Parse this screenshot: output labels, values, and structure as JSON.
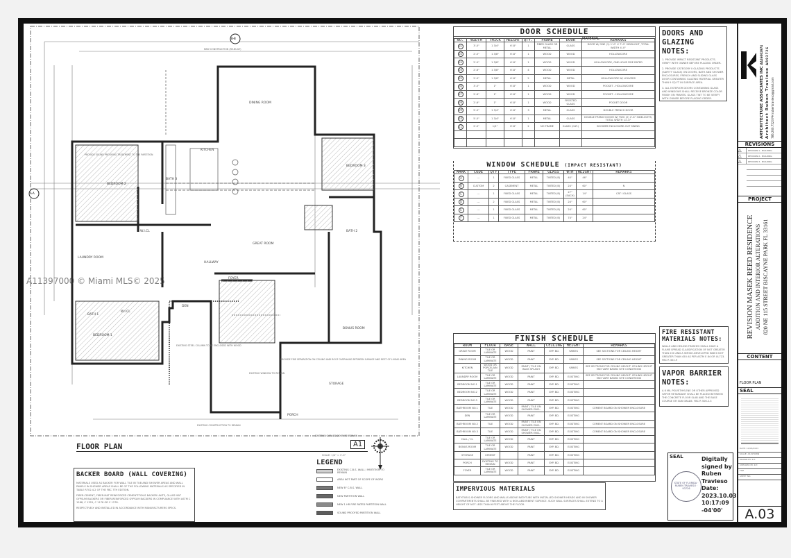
{
  "watermark": "A11397000 © Miami MLS© 2025",
  "floor_plan": {
    "title": "FLOOR PLAN",
    "sheet_ref": "A1",
    "scale_label": "SCALE: 1/4\" = 1'-0\"",
    "rooms": [
      "DINING ROOM",
      "KITCHEN",
      "BEDROOM 2",
      "BEDROOM 3",
      "GREAT ROOM",
      "BATH 2",
      "BATH 3",
      "LAUNDRY ROOM",
      "W.I.CL",
      "HALLWAY",
      "FOYER",
      "DEN",
      "BATH 1",
      "W.I.CL",
      "BEDROOM 1",
      "BONUS ROOM",
      "STORAGE",
      "PORCH"
    ],
    "notes": [
      "PROVIDE SOUND PROOFING TREATMENT TO THE PARTITION",
      "PROVIDE FIRE SEPARATION ON CEILING AND ROOF OVERHANG BETWEEN GARAGE AND REST OF LIVING AREA",
      "EXISTING GARAGE DOOR TO REMAIN",
      "EXISTING WINDOW TO REMAIN",
      "EXISTING STEEL COLUMN TO BE ENCLOSED WITH WOOD",
      "EXISTING CONSTRUCTION TO REMAIN",
      "NEW CONSTRUCTION (RE-BUILT)"
    ],
    "section_marks": [
      "A-A",
      "B-B"
    ]
  },
  "backer_board": {
    "title": "BACKER BOARD (WALL COVERING)",
    "paragraphs": [
      "MATERIALS USED AS BACKER FOR WALL TILE IN TUB AND SHOWER AREAS AND WALL PANELS IN SHOWER AREAS SHALL BE OF THE FOLLOWING MATERIALS AS SPECIFIED IN TABLE R702.4.2 OF THE FBC 7TH EDITION.",
      "FIBER-CEMENT, FIBER-MAT REINFORCED CEMENTITIOUS BACKER UNITS, GLASS MAT GYPSUM BACKERS OR FIBER-REINFORCED GYPSUM BACKERS IN COMPLIANCE WITH ASTM C 1288, C 1325, C 1178 OR C 1278.",
      "RESPECTIVELY AND INSTALLED IN ACCORDANCE WITH MANUFACTURERS SPECS."
    ]
  },
  "legend": {
    "title": "LEGEND",
    "items": [
      {
        "label": "EXISTING C.B.S. WALL / PARTITION TO REMAIN",
        "fill": "#cfcfcf"
      },
      {
        "label": "AREA NOT PART OF SCOPE OF WORK",
        "fill": "#ffffff"
      },
      {
        "label": "NEW 8\" C.B.S. WALL",
        "fill": "#777777"
      },
      {
        "label": "NEW PARTITION WALL",
        "fill": "#666666"
      },
      {
        "label": "NEW 1 HR FIRE RATED PARTITION WALL",
        "fill": "#8a8a8a"
      },
      {
        "label": "SOUND PROOFED PARTITION WALL",
        "fill": "#5c5c5c"
      }
    ]
  },
  "door_schedule": {
    "title": "DOOR SCHEDULE",
    "material_label": "MATERIAL",
    "headers": [
      "NO.",
      "WIDTH",
      "THICK",
      "HEIGHT",
      "QTY.",
      "FRAME",
      "DOOR",
      "REMARKS"
    ],
    "rows": [
      [
        "01",
        "3'-0\"",
        "1 3/4\"",
        "6'-8\"",
        "1",
        "FIBER GLASS OR METAL",
        "GLASS",
        "DOOR W/ ONE (1) 1'-0\" X 7'-0\" SIDELIGHT, TOTAL WIDTH 4'-0\""
      ],
      [
        "02",
        "2'-0\"",
        "1 3/8\"",
        "6'-8\"",
        "1",
        "WOOD",
        "WOOD",
        "HOLLOWCORE"
      ],
      [
        "03",
        "2'-0\"",
        "1 3/8\"",
        "6'-8\"",
        "1",
        "WOOD",
        "WOOD",
        "HOLLOWCORE, ONE-HOUR FIRE RATED"
      ],
      [
        "04",
        "2'-6\"",
        "1 3/8\"",
        "6'-8\"",
        "4",
        "WOOD",
        "WOOD",
        "HOLLOWCORE"
      ],
      [
        "05",
        "2'-0\"",
        "1 3/8\"",
        "6'-8\"",
        "2",
        "METAL",
        "METAL",
        "HOLLOWCORE W/ LOUVERS"
      ],
      [
        "06",
        "3'-0\"",
        "1\"",
        "6'-8\"",
        "1",
        "WOOD",
        "WOOD",
        "POCKET - HOLLOWCORE"
      ],
      [
        "07",
        "2'-6\"",
        "1\"",
        "6'-8\"",
        "1",
        "WOOD",
        "WOOD",
        "POCKET - HOLLOWCORE"
      ],
      [
        "08",
        "2'-6\"",
        "1\"",
        "6'-8\"",
        "1",
        "WOOD",
        "FROSTED GLASS",
        "POCKET DOOR"
      ],
      [
        "09",
        "5'-0\"",
        "1 3/4\"",
        "6'-8\"",
        "3",
        "METAL",
        "GLASS",
        "DOUBLE FRENCH DOOR"
      ],
      [
        "10",
        "5'-0\"",
        "1 3/4\"",
        "6'-8\"",
        "1",
        "METAL",
        "GLASS",
        "DOUBLE FRENCH DOOR W/ TWO (2) 2'-6\" SIDELIGHTS, TOTAL WIDTH 11'-0\""
      ],
      [
        "11",
        "2'-0\"",
        "1/2\"",
        "6'-8\"",
        "2",
        "NO FRAME",
        "GLASS (CAT.)",
        "SHOWER ENCLOSURE-OUT SWING"
      ],
      [
        "",
        "",
        "",
        "",
        "",
        "",
        "",
        ""
      ],
      [
        "",
        "",
        "",
        "",
        "",
        "",
        "",
        ""
      ]
    ]
  },
  "doors_glazing_notes": {
    "title": "DOORS AND GLAZING NOTES:",
    "items": [
      "1. PROVIDE IMPACT RESISTANT PRODUCTS. VERIFY WITH OWNER BEFORE PLACING ORDER.",
      "2. PROVIDE CATEGORY II GLAZING PRODUCTS (SAFETY GLASS) ON DOORS, BATH AND SHOWER ENCLOSURES, FRENCH AND SLIDING GLASS DOOR CONTAINING GLAZING MATERIAL GREATER THAN 9 SQ FT IN SURFACE AREA.",
      "3. ALL EXTERIOR DOORS CONTAINING GLASS AND WINDOWS SHALL RECEIVE BRONZE COLOR FINISH ON FRAMES. GLASS TINT TO BE VERIFY WITH OWNER BEFORE PLACING ORDER."
    ]
  },
  "window_schedule": {
    "title": "WINDOW SCHEDULE",
    "subtitle": "(IMPACT RESISTANT)",
    "headers": [
      "MARK",
      "CODE",
      "QTY",
      "TYPE",
      "FRAME",
      "GLASS",
      "WTH",
      "HEIGHT",
      "REMARKS"
    ],
    "rows": [
      [
        "A",
        "---",
        "1",
        "FIXED GLASS",
        "METAL",
        "TINTED (B)",
        "40\"",
        "46\"",
        ""
      ],
      [
        "B",
        "CUSTOM",
        "2",
        "CASEMENT",
        "METAL",
        "TINTED (B)",
        "24\"",
        "60\"",
        "N"
      ],
      [
        "C",
        "---",
        "1",
        "FIXED GLASS",
        "METAL",
        "TINTED (B)",
        "27\" (EACH)",
        "14\"",
        "CAT I GLASS"
      ],
      [
        "D",
        "---",
        "2",
        "FIXED GLASS",
        "METAL",
        "TINTED (B)",
        "24\"",
        "60\"",
        ""
      ],
      [
        "E",
        "---",
        "1",
        "FIXED GLASS",
        "METAL",
        "TINTED (B)",
        "24\"",
        "60\"",
        ""
      ],
      [
        "F",
        "---",
        "1",
        "FIXED GLASS",
        "METAL",
        "TINTED (B)",
        "74\"",
        "24\"",
        ""
      ]
    ]
  },
  "finish_schedule": {
    "title": "FINISH SCHEDULE",
    "headers": [
      "ROOM",
      "FLOOR",
      "BASE",
      "WALL",
      "CEILING",
      "HEIGHT",
      "REMARKS"
    ],
    "rows": [
      [
        "GREAT ROOM",
        "TILE OR LAMINATE",
        "WOOD",
        "PAINT",
        "GYP. BD.",
        "VARIES",
        "SEE SECTIONS FOR CEILING HEIGHT"
      ],
      [
        "DINING ROOM",
        "TILE OR LAMINATE",
        "WOOD",
        "PAINT",
        "GYP. BD.",
        "VARIES",
        "SEE SECTIONS FOR CEILING HEIGHT"
      ],
      [
        "KITCHEN",
        "WOOD OR PORCELAIN TILE",
        "WOOD",
        "PAINT / TILE ON BACK SPLASH",
        "GYP. BD.",
        "VARIES",
        "SEE SECTIONS FOR CEILING HEIGHT. CEILING HEIGHT MAY VARY BASED SITE CONDITIONS"
      ],
      [
        "LAUNDRY ROOM",
        "TILE OR LAMINATE",
        "WOOD",
        "PAINT",
        "GYP. BD.",
        "EXISTING",
        "SEE SECTIONS FOR CEILING HEIGHT. CEILING HEIGHT MAY VARY BASED SITE CONDITIONS"
      ],
      [
        "BEDROOM NO.1",
        "TILE OR LAMINATE",
        "WOOD",
        "PAINT",
        "GYP. BD.",
        "EXISTING",
        ""
      ],
      [
        "BEDROOM NO.2",
        "TILE OR LAMINATE",
        "WOOD",
        "PAINT",
        "GYP. BD.",
        "EXISTING",
        ""
      ],
      [
        "BEDROOM NO.3",
        "TILE OR LAMINATE",
        "WOOD",
        "PAINT",
        "GYP. BD.",
        "EXISTING",
        ""
      ],
      [
        "BATHROOM NO.1",
        "TILE",
        "WOOD",
        "PAINT / TILE ON SHOWER ENCL.",
        "GYP. BD.",
        "EXISTING",
        "CEMENT BOARD ON SHOWER ENCLOSURE"
      ],
      [
        "DEN",
        "TILE OR LAMINATE",
        "WOOD",
        "PAINT",
        "GYP. BD.",
        "EXISTING",
        ""
      ],
      [
        "BATHROOM NO.2",
        "TILE",
        "WOOD",
        "PAINT / TILE ON SHOWER ENCL.",
        "GYP. BD.",
        "EXISTING",
        "CEMENT BOARD ON SHOWER ENCLOSURE"
      ],
      [
        "BATHROOM NO.3",
        "TILE",
        "WOOD",
        "PAINT / TILE ON SHOWER ENCL.",
        "GYP. BD.",
        "EXISTING",
        "CEMENT BOARD ON SHOWER ENCLOSURE"
      ],
      [
        "HALL / CL",
        "TILE OR LAMINATE",
        "WOOD",
        "PAINT",
        "GYP. BD.",
        "EXISTING",
        ""
      ],
      [
        "BONUS ROOM",
        "TILE OR LAMINATE",
        "WOOD",
        "PAINT",
        "GYP. BD.",
        "EXISTING",
        ""
      ],
      [
        "STORAGE",
        "CEMENT",
        "",
        "PAINT",
        "GYP. BD.",
        "EXISTING",
        ""
      ],
      [
        "PORCH",
        "EXISTING TO REMAIN",
        "WOOD",
        "PAINT",
        "GYP. BD.",
        "EXISTING",
        ""
      ],
      [
        "FOYER",
        "TILE OR LAMINATE",
        "WOOD",
        "PAINT",
        "GYP. BD.",
        "EXISTING",
        ""
      ]
    ]
  },
  "fire_notes": {
    "title": "FIRE RESISTANT MATERIALS NOTES:",
    "text": "WALLS AND CEILING FINISHES SHALL HAVE A FLAME SPREAD CLASSIFICATION OF NOT GREATER THAN 200 AND A SMOKE-DEVELOPED INDEX NOT GREATER THAN 450 AS PER ASTM E 84 OR UL723. FBC R 302.9"
  },
  "vapor_notes": {
    "title": "VAPOR BARRIER NOTES:",
    "text": "A 6 MIL POLYETHYLENE OR OTHER APPROVED VAPOR RETARDANT SHALL BE PLACED BETWEEN THE CONCRETE FLOOR SLAB AND THE BASE COURSE OR SUB GRADE. FBC R 506.2.3"
  },
  "impervious": {
    "title": "IMPERVIOUS MATERIALS",
    "text": "BATHTUB & SHOWER FLOORS AND WALLS ABOVE BATHTUBS WITH INSTALLED SHOWER HEADS AND IN SHOWER COMPARTMENTS SHALL BE FINISHED WITH A NON-ABSORBENT SURFACE. SUCH WALL SURFACES SHALL EXTEND TO A HEIGHT OF NOT LESS THAN 6 FEET ABOVE THE FLOOR."
  },
  "seal": {
    "label": "SEAL",
    "signature_lines": [
      "Digitally",
      "signed by",
      "Ruben",
      "Travieso",
      "Date:",
      "2023.10.03",
      "10:17:09",
      "-04'00'"
    ],
    "stamp_text": "STATE OF FLORIDA · RUBEN TRAVIESO · 93726"
  },
  "title_block": {
    "firm": "ARTCHITECTURE ASSOCIATES INC",
    "firm_license": "AA26002974",
    "architect": "Architect Ruben Travieso",
    "architect_license": "AR93726",
    "contact": "786.260.7523 PH   rubentravieso@gmail.com",
    "revisions_label": "REVISIONS",
    "revisions": [
      "REVISION 1 - BUILDING",
      "REVISION 2 - BUILDING",
      "REVISION 3 - BUILDING"
    ],
    "project_label": "PROJECT",
    "project_name": "REVISION MASEK REED RESIDENCE",
    "project_scope": "ADDITION AND INTERIOR ALTERATIONS",
    "project_address": "820 NE 115 STREET BISCAYNE PARK FL 33161",
    "content_label": "CONTENT",
    "content_value": "FLOOR PLAN",
    "seal_label": "SEAL",
    "info_rows": [
      "DATE: 10/03/2023",
      "SCALE: AS SHOWN",
      "DRAWN BY: R.T.",
      "CHECKED BY: R.T.",
      "FILE",
      "SHEET NO."
    ],
    "sheet_number": "A.03"
  }
}
